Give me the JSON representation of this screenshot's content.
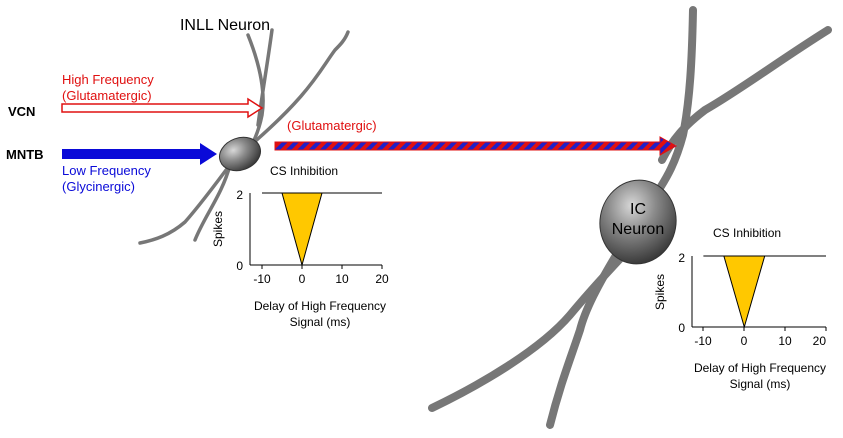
{
  "colors": {
    "dendrite": "#777777",
    "red": "#e01010",
    "blue": "#0a0ad8",
    "fill_yellow": "#ffc800",
    "soma": "#5a5a5a",
    "black": "#000000"
  },
  "left_neuron": {
    "title": "INLL Neuron"
  },
  "inputs": {
    "vcn": "VCN",
    "mntb": "MNTB",
    "high_freq": "High Frequency",
    "high_freq_type": "(Glutamatergic)",
    "low_freq": "Low Frequency",
    "low_freq_type": "(Glycinergic)"
  },
  "projection": {
    "label": "(Glutamatergic)"
  },
  "ic_neuron": {
    "line1": "IC",
    "line2": "Neuron"
  },
  "plots": {
    "left": {
      "title": "CS Inhibition",
      "ylabel": "Spikes",
      "xlabel_line1": "Delay of High Frequency",
      "xlabel_line2": "Signal (ms)",
      "yticks": [
        "0",
        "2"
      ],
      "xticks": [
        "-10",
        "0",
        "10",
        "20"
      ]
    },
    "right": {
      "title": "CS Inhibition",
      "ylabel": "Spikes",
      "xlabel_line1": "Delay of High Frequency",
      "xlabel_line2": "Signal (ms)",
      "yticks": [
        "0",
        "2"
      ],
      "xticks": [
        "-10",
        "0",
        "10",
        "20"
      ]
    }
  },
  "chart_data": [
    {
      "type": "line",
      "title": "CS Inhibition",
      "xlabel": "Delay of High Frequency Signal (ms)",
      "ylabel": "Spikes",
      "xlim": [
        -10,
        20
      ],
      "ylim": [
        0,
        2
      ],
      "series": [
        {
          "x": [
            -10,
            -5,
            0,
            5,
            20
          ],
          "y": [
            2,
            2,
            0,
            2,
            2
          ]
        }
      ]
    },
    {
      "type": "line",
      "title": "CS Inhibition",
      "xlabel": "Delay of High Frequency Signal (ms)",
      "ylabel": "Spikes",
      "xlim": [
        -10,
        20
      ],
      "ylim": [
        0,
        2
      ],
      "series": [
        {
          "x": [
            -10,
            -5,
            0,
            5,
            20
          ],
          "y": [
            2,
            2,
            0,
            2,
            2
          ]
        }
      ]
    }
  ]
}
